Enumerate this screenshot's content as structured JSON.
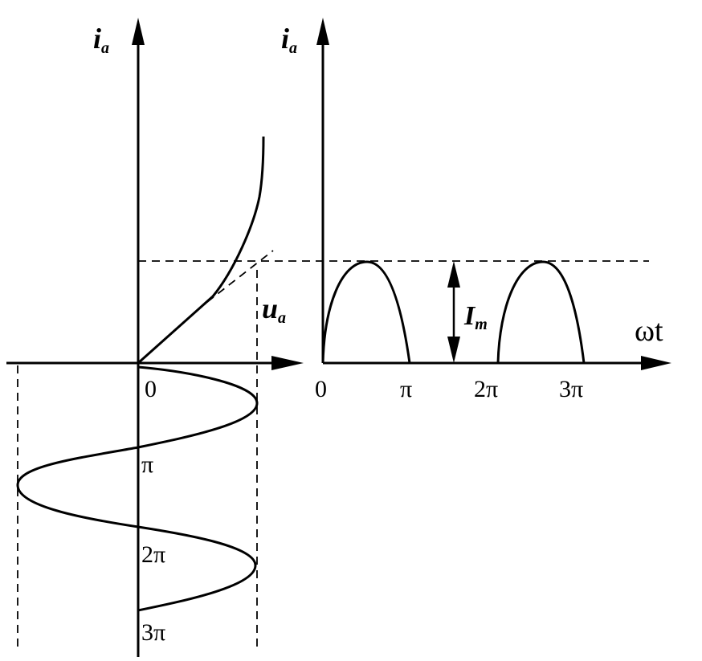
{
  "left_plot": {
    "y_axis_label": "i",
    "y_axis_label_sub": "a",
    "x_axis_label": "u",
    "x_axis_label_sub": "a",
    "origin_label": "0",
    "time_ticks": [
      "π",
      "2π",
      "3π"
    ]
  },
  "right_plot": {
    "y_axis_label": "i",
    "y_axis_label_sub": "a",
    "x_axis_label": "ωt",
    "x_ticks": [
      "0",
      "π",
      "2π",
      "3π"
    ],
    "amplitude_label": "I",
    "amplitude_label_sub": "m"
  }
}
